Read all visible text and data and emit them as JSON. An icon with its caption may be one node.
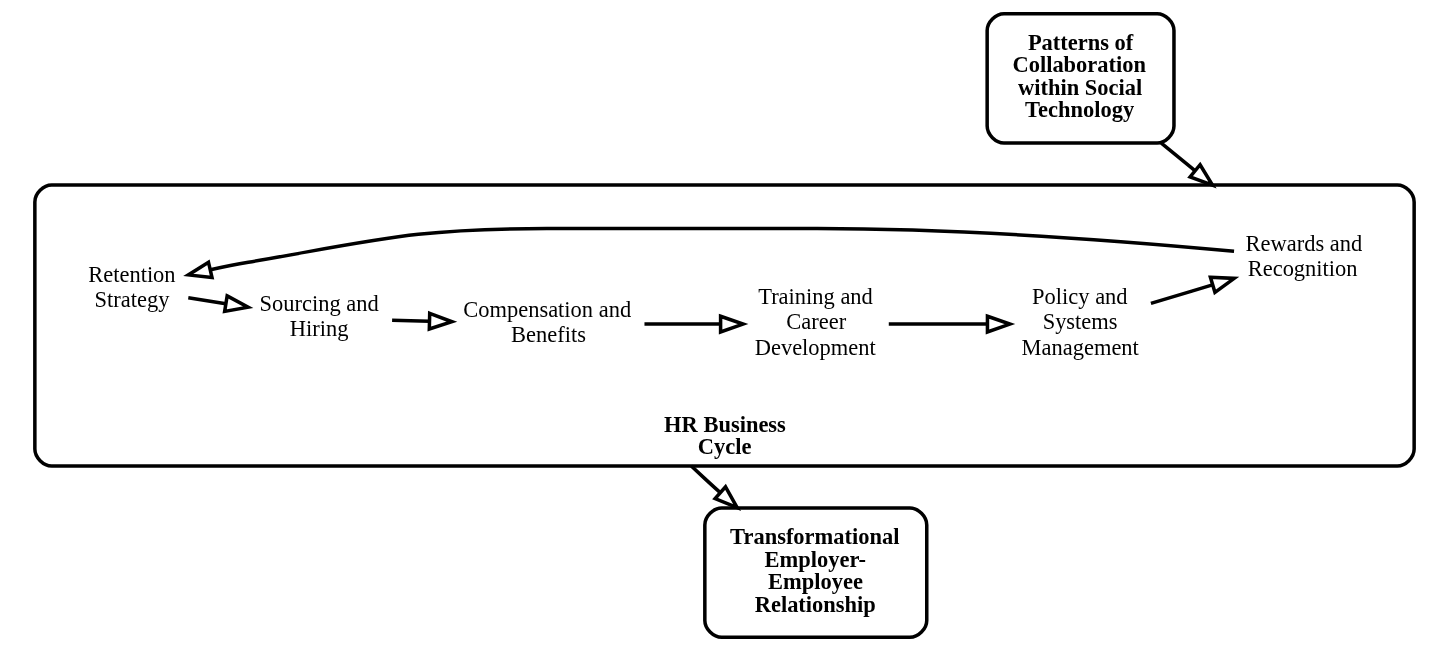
{
  "diagram": {
    "nodes": [
      {
        "text": [
          "Patterns of Collaboration within Social Technology"
        ]
      },
      {
        "text": [
          "HR Business Cycle"
        ]
      },
      {
        "text": [
          "Retention Strategy"
        ],
        "in": 1
      },
      {
        "text": [
          "Sourcing and Hiring"
        ],
        "in": 1
      },
      {
        "text": [
          "Compensation and Benefits"
        ],
        "in": 1
      },
      {
        "text": [
          "Training and Career Development"
        ],
        "in": 1
      },
      {
        "text": [
          "Policy and Systems Management"
        ],
        "in": 1
      },
      {
        "text": [
          "Rewards and Recognition"
        ],
        "in": 1
      },
      {
        "text": [
          "Transformational Employer-Employee Relationship"
        ]
      }
    ],
    "edges": [
      {
        "from": 0,
        "to": 1,
        "arrow": "to"
      },
      {
        "from": 2,
        "to": 3,
        "arrow": "to"
      },
      {
        "from": 3,
        "to": 4,
        "arrow": "to"
      },
      {
        "from": 4,
        "to": 5,
        "arrow": "to"
      },
      {
        "from": 5,
        "to": 6,
        "arrow": "to"
      },
      {
        "from": 6,
        "to": 7,
        "arrow": "to"
      },
      {
        "from": 7,
        "to": 2,
        "arrow": "to"
      },
      {
        "from": 1,
        "to": 8,
        "arrow": "to"
      }
    ]
  }
}
